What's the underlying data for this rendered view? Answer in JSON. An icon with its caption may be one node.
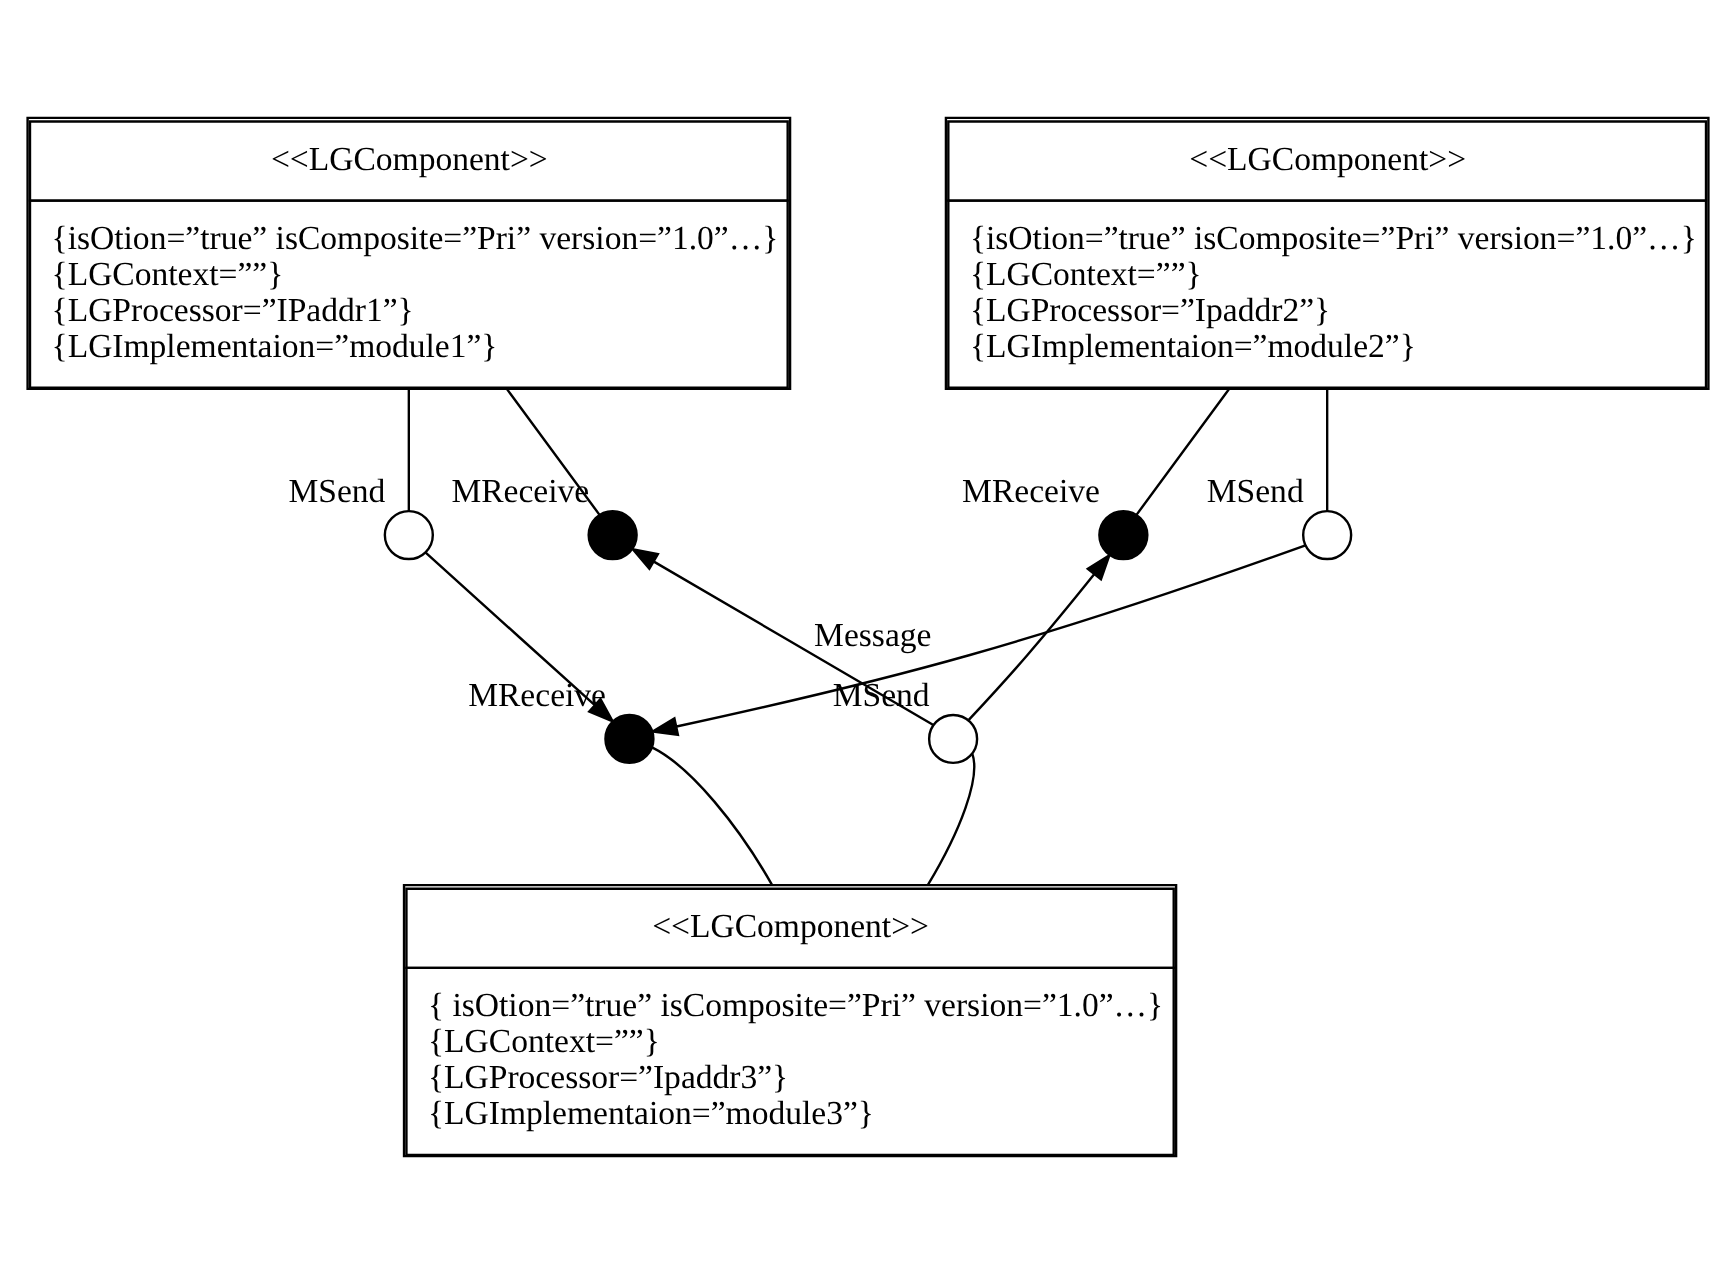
{
  "diagram": {
    "nodes": [
      {
        "text": [
          "<<LGComponent>>",
          "{isOtion=”true” isComposite=”Pri” version=”1.0”…}",
          "{LGContext=””}",
          "{LGProcessor=”IPaddr1”}",
          "{LGImplementaion=”module1”}"
        ]
      },
      {
        "text": [
          "<<LGComponent>>",
          "{isOtion=”true” isComposite=”Pri” version=”1.0”…}",
          "{LGContext=””}",
          "{LGProcessor=”Ipaddr2”}",
          "{LGImplementaion=”module2”}"
        ]
      },
      {
        "text": [
          "<<LGComponent>>",
          "{ isOtion=”true” isComposite=”Pri” version=”1.0”…}",
          "{LGContext=””}",
          "{LGProcessor=”Ipaddr3”}",
          "{LGImplementaion=”module3”}"
        ]
      },
      {
        "text": [],
        "shape": "circle",
        "beside": [
          "MReceive"
        ]
      },
      {
        "text": [],
        "shape": "circle",
        "beside": [
          "MReceive"
        ]
      },
      {
        "text": [],
        "shape": "circle",
        "beside": [
          "MSend"
        ]
      },
      {
        "text": [],
        "shape": "circle",
        "beside": [
          "MSend"
        ]
      },
      {
        "text": [],
        "shape": "circle",
        "beside": [
          "MReceive"
        ]
      },
      {
        "text": [],
        "shape": "circle",
        "beside": [
          "MSend"
        ]
      }
    ],
    "edges": [
      {
        "from": 0,
        "to": 3,
        "arrow": "none"
      },
      {
        "from": 1,
        "to": 4,
        "arrow": "none"
      },
      {
        "from": 0,
        "to": 5,
        "arrow": "none"
      },
      {
        "from": 1,
        "to": 6,
        "arrow": "none"
      },
      {
        "from": 2,
        "to": 7,
        "arrow": "none"
      },
      {
        "from": 2,
        "to": 8,
        "arrow": "none"
      },
      {
        "from": 5,
        "to": 7,
        "arrow": "to"
      },
      {
        "from": 6,
        "to": 7,
        "arrow": "to"
      },
      {
        "from": 8,
        "to": 3,
        "arrow": "to",
        "label": "Message"
      },
      {
        "from": 8,
        "to": 4,
        "arrow": "to"
      }
    ]
  }
}
